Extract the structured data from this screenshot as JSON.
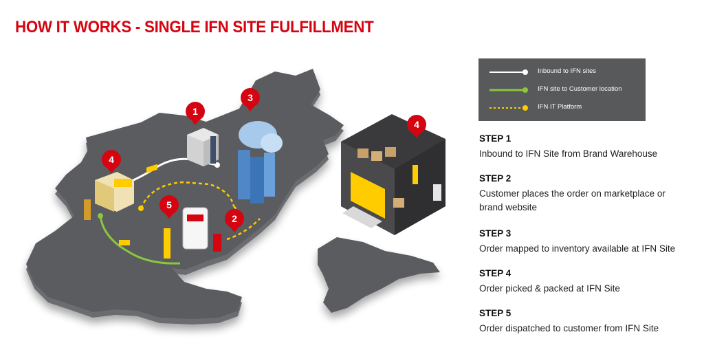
{
  "title": "HOW IT WORKS - SINGLE IFN SITE FULFILLMENT",
  "legend": [
    {
      "label": "Inbound to IFN sites",
      "style": "solid-white"
    },
    {
      "label": "IFN site to Customer location",
      "style": "solid-green"
    },
    {
      "label": "IFN IT Platform",
      "style": "dotted-yellow"
    }
  ],
  "markers": [
    "1",
    "2",
    "3",
    "4",
    "4",
    "5"
  ],
  "steps": [
    {
      "title": "STEP 1",
      "desc": "Inbound to IFN Site from Brand Warehouse"
    },
    {
      "title": "STEP 2",
      "desc": "Customer places the order on marketplace or brand website"
    },
    {
      "title": "STEP 3",
      "desc": "Order mapped to inventory available at IFN Site"
    },
    {
      "title": "STEP 4",
      "desc": "Order picked & packed at IFN Site"
    },
    {
      "title": "STEP 5",
      "desc": "Order dispatched to customer from IFN Site"
    }
  ],
  "colors": {
    "title": "#d40511",
    "marker": "#d40511",
    "map": "#5a5b5e",
    "legend_bg": "#58595b",
    "route_white": "#ffffff",
    "route_green": "#8cc63f",
    "route_yellow": "#ffcc00"
  }
}
